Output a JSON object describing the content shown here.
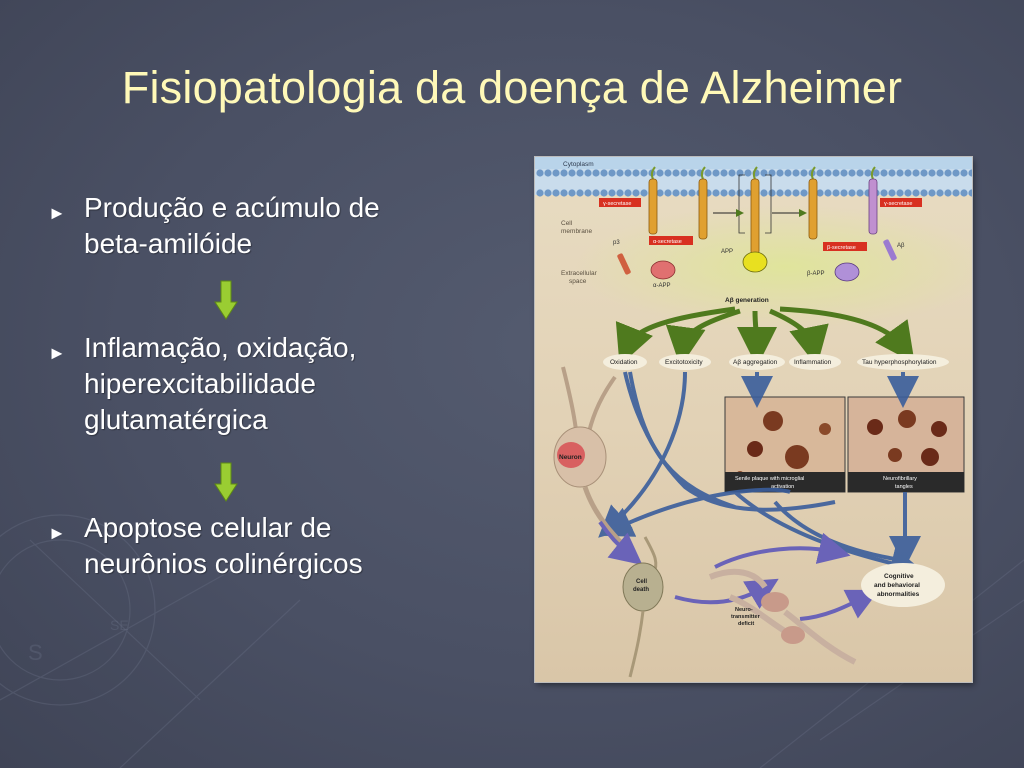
{
  "slide": {
    "title": "Fisiopatologia da doença de Alzheimer",
    "bullets": [
      {
        "lines": [
          "Produção e acúmulo de",
          "beta-amilóide"
        ]
      },
      {
        "lines": [
          "Inflamação, oxidação,",
          "hiperexcitabilidade",
          "glutamatérgica"
        ]
      },
      {
        "lines": [
          "Apoptose celular de",
          "neurônios colinérgicos"
        ]
      }
    ],
    "bullet_marker": "►",
    "colors": {
      "title": "#fff9b8",
      "arrow": "#9acd32",
      "background": "#4a5064"
    }
  },
  "figure": {
    "labels": {
      "cytoplasm": "Cytoplasm",
      "cell_membrane_1": "Cell",
      "cell_membrane_2": "membrane",
      "extracellular_1": "Extracellular",
      "extracellular_2": "space",
      "gamma_secretase_left": "γ-secretase",
      "gamma_secretase_right": "γ-secretase",
      "alpha_secretase": "α-secretase",
      "beta_secretase": "β-secretase",
      "p3": "p3",
      "app": "APP",
      "alpha_app": "α-APP",
      "beta_app": "β-APP",
      "abeta": "Aβ",
      "abeta_generation": "Aβ generation",
      "oxidation": "Oxidation",
      "excitotoxicity": "Excitotoxicity",
      "abeta_aggregation": "Aβ aggregation",
      "inflammation": "Inflammation",
      "tau": "Tau hyperphosphorylation",
      "neuron": "Neuron",
      "senile_1": "Senile plaque with microglial",
      "senile_2": "activation",
      "tangles_1": "Neurofibrillary",
      "tangles_2": "tangles",
      "cell_death_1": "Cell",
      "cell_death_2": "death",
      "cognitive_1": "Cognitive",
      "cognitive_2": "and behavioral",
      "cognitive_3": "abnormalities",
      "nt_1": "Neuro-",
      "nt_2": "transmitter",
      "nt_3": "deficit"
    }
  }
}
